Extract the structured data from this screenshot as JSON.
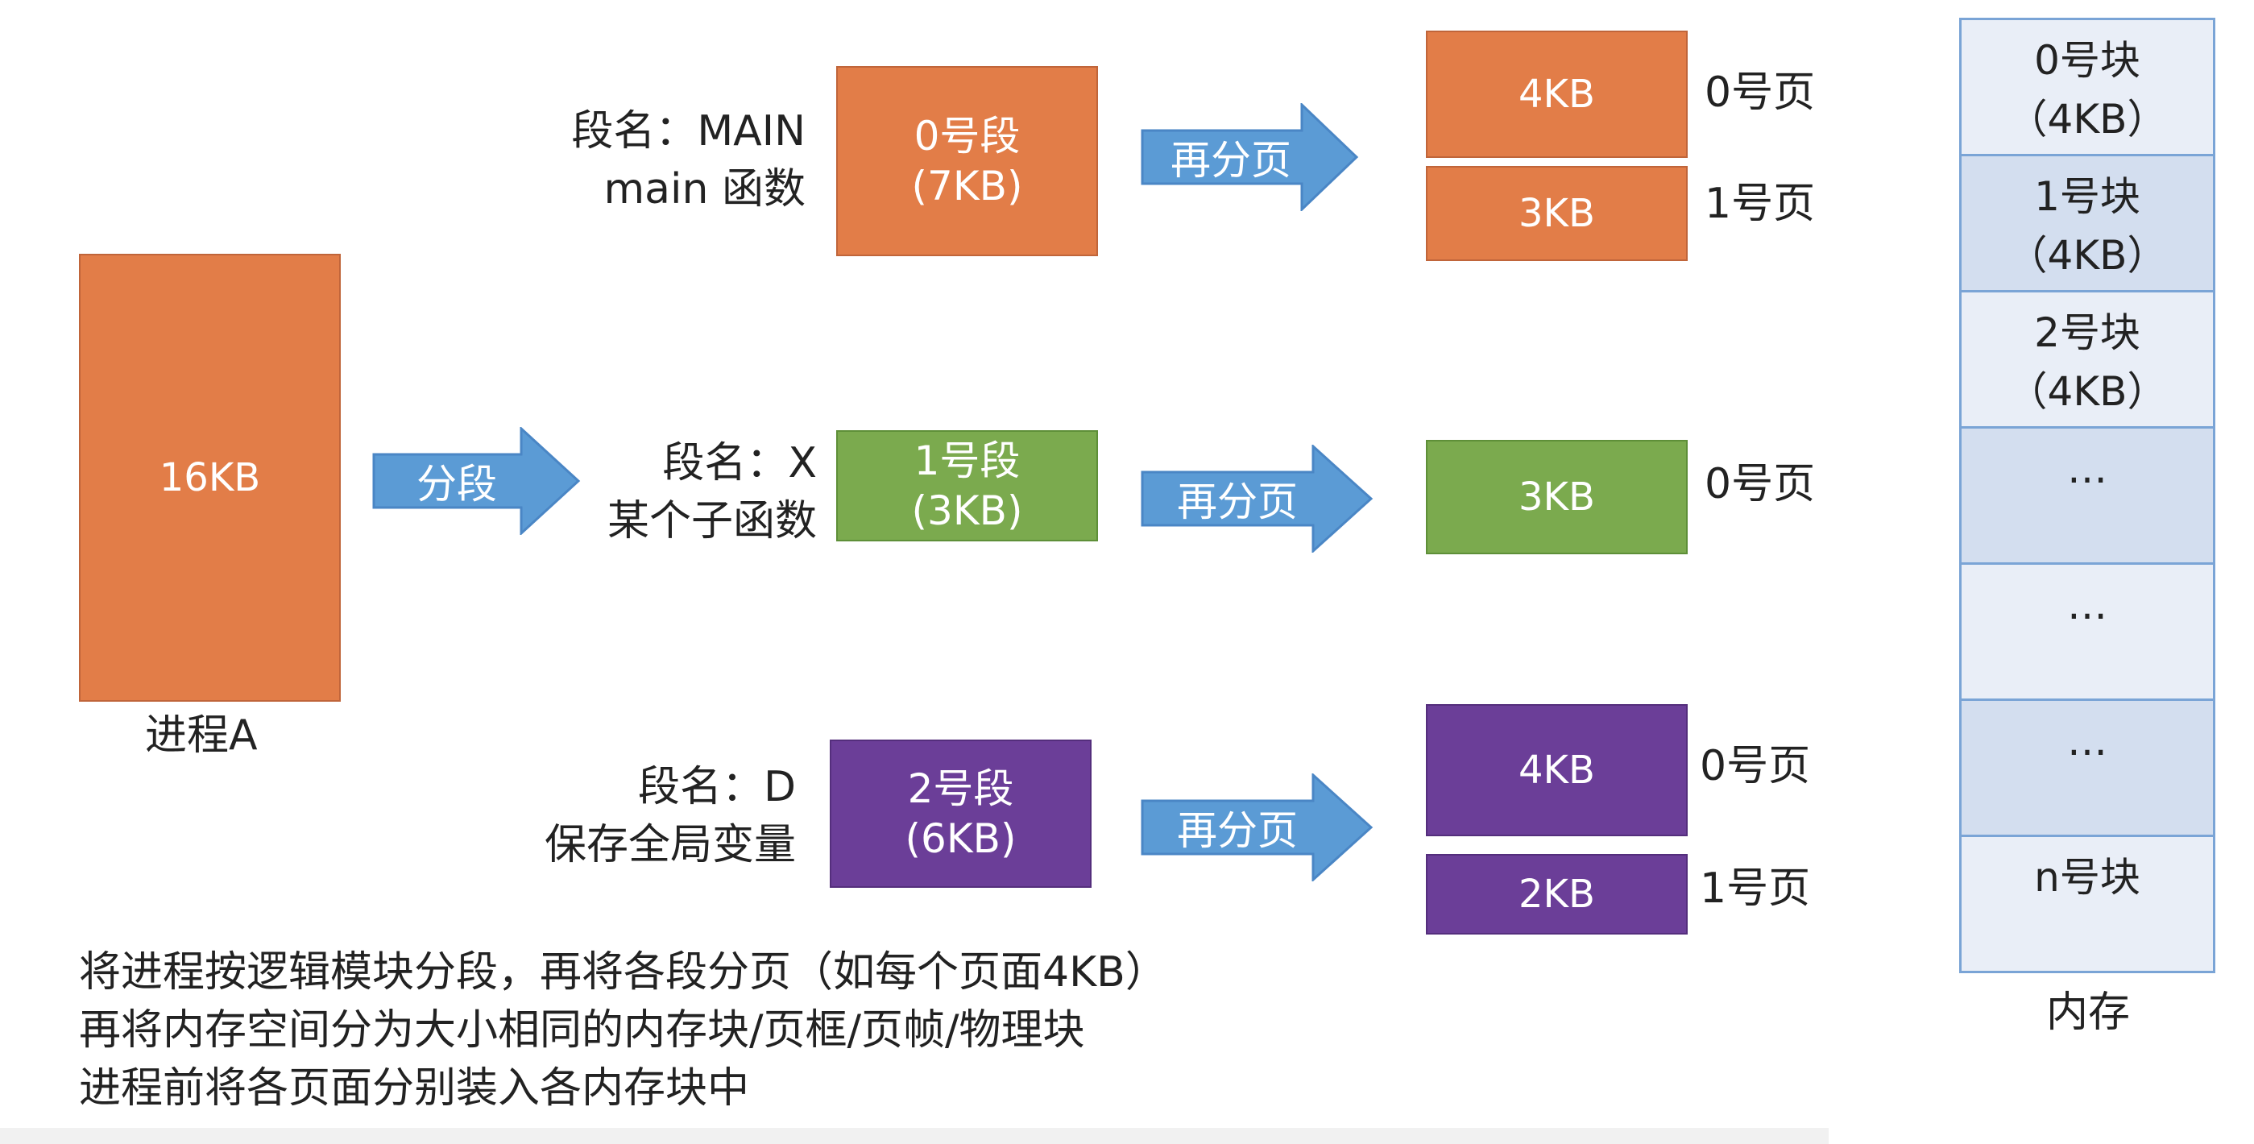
{
  "process": {
    "size": "16KB",
    "label": "进程A"
  },
  "segment_arrow": "分段",
  "page_arrow": "再分页",
  "segments": [
    {
      "name_line": "段名：MAIN",
      "desc_line": "main 函数",
      "box_line1": "0号段",
      "box_line2": "(7KB)",
      "color": "#E27D48",
      "pages": [
        {
          "size": "4KB",
          "label": "0号页"
        },
        {
          "size": "3KB",
          "label": "1号页"
        }
      ]
    },
    {
      "name_line": "段名：X",
      "desc_line": "某个子函数",
      "box_line1": "1号段",
      "box_line2": "(3KB)",
      "color": "#7BAA4E",
      "pages": [
        {
          "size": "3KB",
          "label": "0号页"
        }
      ]
    },
    {
      "name_line": "段名：D",
      "desc_line": "保存全局变量",
      "box_line1": "2号段",
      "box_line2": "(6KB)",
      "color": "#6B3E98",
      "pages": [
        {
          "size": "4KB",
          "label": "0号页"
        },
        {
          "size": "2KB",
          "label": "1号页"
        }
      ]
    }
  ],
  "memory": {
    "label": "内存",
    "blocks": [
      {
        "line1": "0号块",
        "line2": "（4KB）",
        "fill": "#E9EEF7"
      },
      {
        "line1": "1号块",
        "line2": "（4KB）",
        "fill": "#D3DEEF"
      },
      {
        "line1": "2号块",
        "line2": "（4KB）",
        "fill": "#E9EEF7"
      },
      {
        "line1": "…",
        "line2": "",
        "fill": "#D3DEEF"
      },
      {
        "line1": "…",
        "line2": "",
        "fill": "#E9EEF7"
      },
      {
        "line1": "…",
        "line2": "",
        "fill": "#D3DEEF"
      },
      {
        "line1": "n号块",
        "line2": "",
        "fill": "#E9EEF7"
      }
    ]
  },
  "notes": [
    "将进程按逻辑模块分段，再将各段分页（如每个页面4KB）",
    "再将内存空间分为大小相同的内存块/页框/页帧/物理块",
    "进程前将各页面分别装入各内存块中"
  ],
  "colors": {
    "arrow": "#5B9BD5",
    "arrow_border": "#4A86C5",
    "memory_border": "#7AA4D6"
  }
}
